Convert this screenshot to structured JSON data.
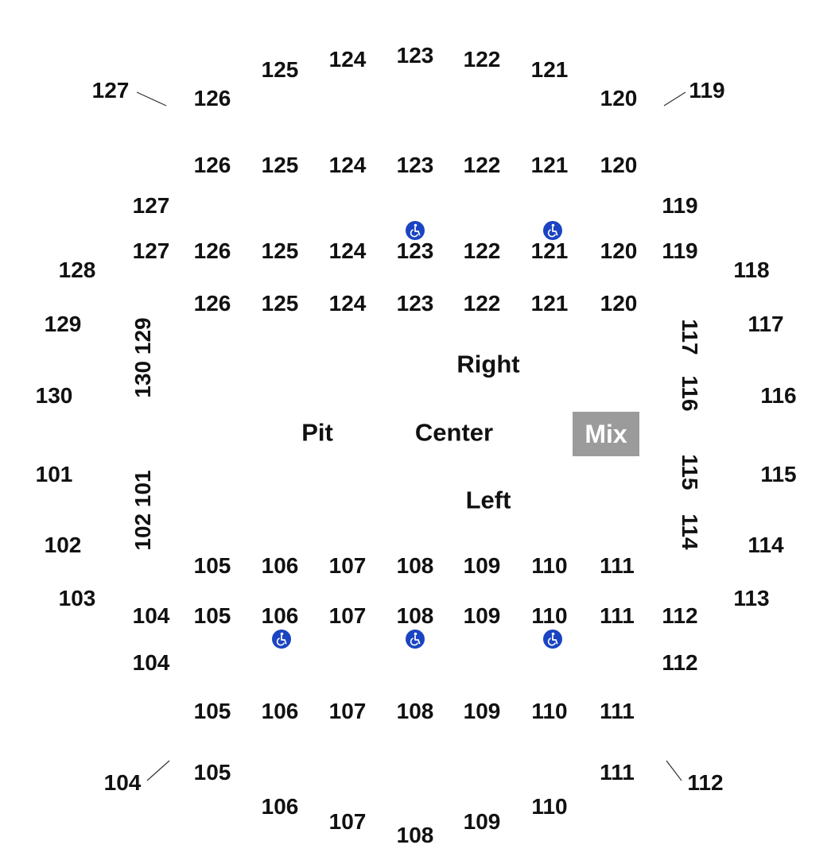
{
  "sections": {
    "outer_top": [
      "127",
      "126",
      "125",
      "124",
      "123",
      "122",
      "121",
      "120",
      "119"
    ],
    "row_a_top": [
      "126",
      "125",
      "124",
      "123",
      "122",
      "121",
      "120"
    ],
    "row_b_top_sides": [
      "127",
      "119"
    ],
    "row_c_top": [
      "127",
      "126",
      "125",
      "124",
      "123",
      "122",
      "121",
      "120",
      "119"
    ],
    "row_d_top": [
      "126",
      "125",
      "124",
      "123",
      "122",
      "121",
      "120"
    ],
    "left_outer": [
      "128",
      "129",
      "130",
      "101",
      "102",
      "103"
    ],
    "left_inner_rot": [
      "130 129",
      "102 101"
    ],
    "right_outer": [
      "118",
      "117",
      "116",
      "115",
      "114",
      "113"
    ],
    "right_inner_rot": [
      "117",
      "116",
      "115",
      "114"
    ],
    "row_a_bottom": [
      "105",
      "106",
      "107",
      "108",
      "109",
      "110",
      "111"
    ],
    "row_b_bottom": [
      "104",
      "105",
      "106",
      "107",
      "108",
      "109",
      "110",
      "111",
      "112"
    ],
    "row_c_bottom_sides": [
      "104",
      "112"
    ],
    "row_d_bottom": [
      "105",
      "106",
      "107",
      "108",
      "109",
      "110",
      "111"
    ],
    "outer_bottom": [
      "104",
      "105",
      "106",
      "107",
      "108",
      "109",
      "110",
      "111",
      "112"
    ]
  },
  "zones": {
    "right": "Right",
    "pit": "Pit",
    "center": "Center",
    "left": "Left",
    "mix": "Mix"
  },
  "colors": {
    "accessible_icon": "#1a44c2",
    "mix_box": "#9b9b9b",
    "text": "#111111"
  },
  "icons": {
    "accessible": "wheelchair-icon"
  }
}
